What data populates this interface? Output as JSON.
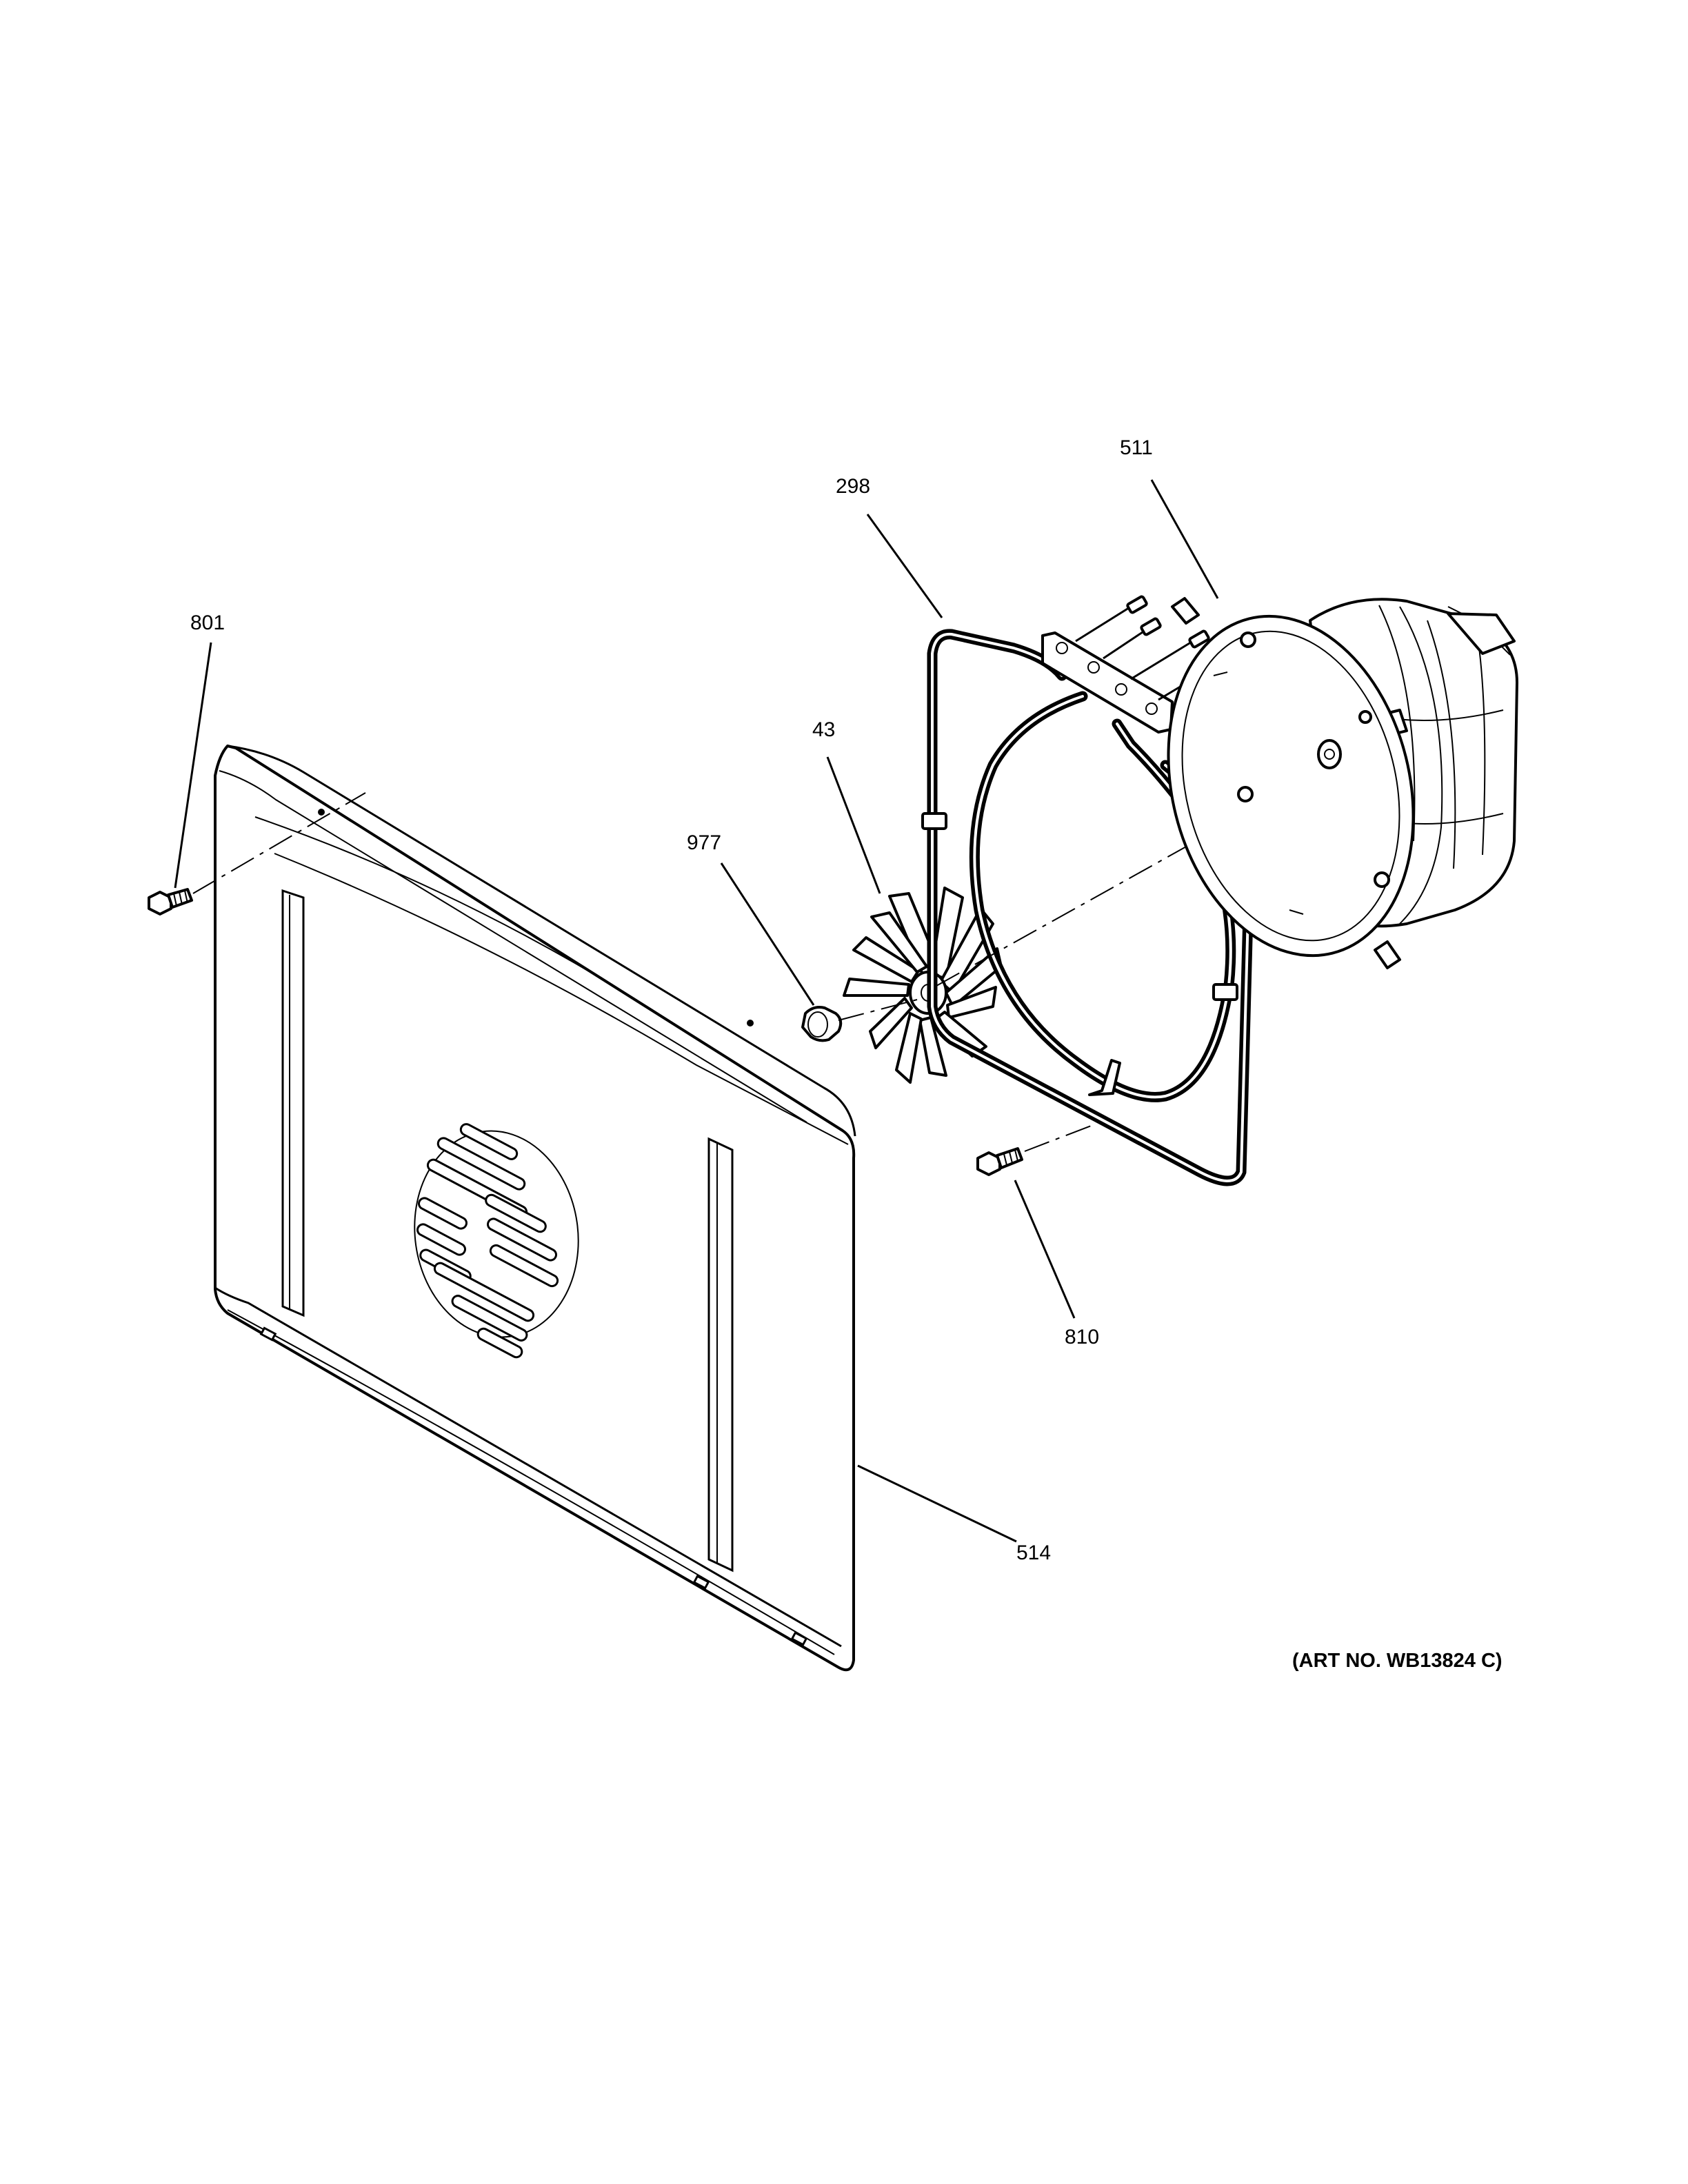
{
  "callouts": {
    "c801": "801",
    "c298": "298",
    "c511": "511",
    "c43": "43",
    "c977": "977",
    "c810": "810",
    "c514": "514"
  },
  "art_number": "(ART NO. WB13824 C)"
}
